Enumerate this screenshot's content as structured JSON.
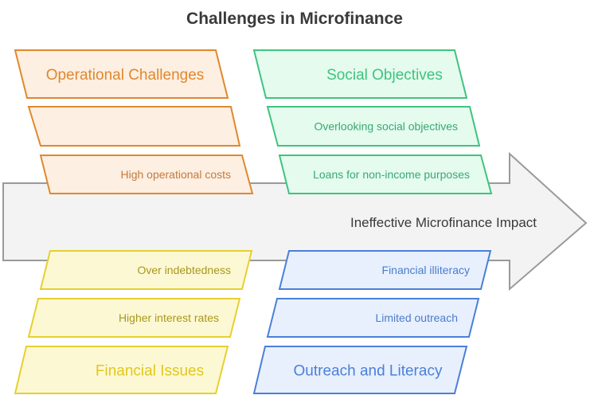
{
  "title": "Challenges in Microfinance",
  "effect": "Ineffective Microfinance Impact",
  "categories": {
    "operational": {
      "title": "Operational Challenges",
      "items": [
        "",
        "High operational costs"
      ],
      "stroke": "#e0882e",
      "fill": "#fdefe1",
      "text": "#c47a3e",
      "title_color": "#e0882e"
    },
    "social": {
      "title": "Social Objectives",
      "items": [
        "Overlooking social objectives",
        "Loans for non-income purposes"
      ],
      "stroke": "#3fc37f",
      "fill": "#e4fbee",
      "text": "#3aa872",
      "title_color": "#3fc37f"
    },
    "financial": {
      "title": "Financial Issues",
      "items": [
        "Over indebtedness",
        "Higher interest rates"
      ],
      "stroke": "#e6d030",
      "fill": "#fdf8d4",
      "text": "#a8981c",
      "title_color": "#e0c81c"
    },
    "outreach": {
      "title": "Outreach and Literacy",
      "items": [
        "Financial illiteracy",
        "Limited outreach"
      ],
      "stroke": "#4a80d8",
      "fill": "#e8f0fd",
      "text": "#4a7ccc",
      "title_color": "#4a80d8"
    }
  }
}
